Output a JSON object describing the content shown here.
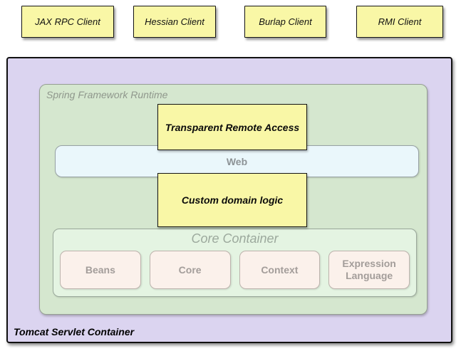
{
  "diagram": {
    "clients": [
      {
        "label": "JAX RPC Client"
      },
      {
        "label": "Hessian Client"
      },
      {
        "label": "Burlap Client"
      },
      {
        "label": "RMI Client"
      }
    ],
    "tomcat": {
      "label": "Tomcat Servlet Container"
    },
    "runtime": {
      "label": "Spring Framework Runtime"
    },
    "remote_access": {
      "label": "Transparent Remote Access"
    },
    "web": {
      "label": "Web"
    },
    "domain_logic": {
      "label": "Custom domain logic"
    },
    "core_container": {
      "title": "Core Container",
      "modules": [
        {
          "label": "Beans"
        },
        {
          "label": "Core"
        },
        {
          "label": "Context"
        },
        {
          "label": "Expression Language"
        }
      ]
    }
  },
  "palette": {
    "client_fill": "#F9F7A6",
    "tomcat_fill": "#DBD4F0",
    "runtime_fill": "#D5E7CF",
    "core_fill": "#E4F4E2",
    "web_fill": "#EAF7FB",
    "module_fill": "#FBF1EB",
    "border_black": "#151515",
    "border_gray": "#9AA89B",
    "muted_text": "#949A94"
  }
}
